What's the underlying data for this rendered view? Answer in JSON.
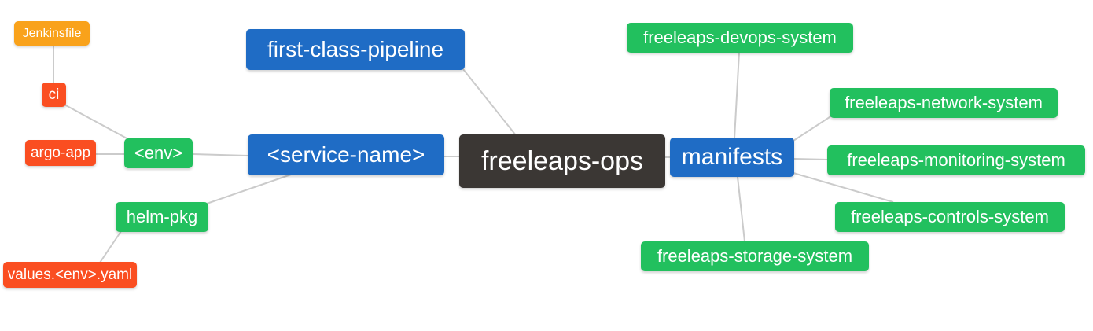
{
  "diagram": {
    "type": "mindmap",
    "root": "freeleaps-ops"
  },
  "colors": {
    "root_bg": "#3B3734",
    "branch_blue": "#1F6CC5",
    "node_green": "#22C05E",
    "leaf_red": "#FA4E21",
    "leaf_amber": "#F9A21B",
    "connector": "#CBCBCB",
    "text": "#FFFFFF",
    "background": "#FFFFFF"
  },
  "nodes": {
    "root": {
      "label": "freeleaps-ops",
      "color": "#3B3734"
    },
    "first_class_pipeline": {
      "label": "first-class-pipeline",
      "color": "#1F6CC5"
    },
    "service_name": {
      "label": "<service-name>",
      "color": "#1F6CC5"
    },
    "manifests": {
      "label": "manifests",
      "color": "#1F6CC5"
    },
    "env": {
      "label": "<env>",
      "color": "#22C05E"
    },
    "helm_pkg": {
      "label": "helm-pkg",
      "color": "#22C05E"
    },
    "ci": {
      "label": "ci",
      "color": "#FA4E21"
    },
    "argo_app": {
      "label": "argo-app",
      "color": "#FA4E21"
    },
    "jenkinsfile": {
      "label": "Jenkinsfile",
      "color": "#F9A21B"
    },
    "values_env_yaml": {
      "label": "values.<env>.yaml",
      "color": "#FA4E21"
    },
    "devops_system": {
      "label": "freeleaps-devops-system",
      "color": "#22C05E"
    },
    "network_system": {
      "label": "freeleaps-network-system",
      "color": "#22C05E"
    },
    "monitoring_system": {
      "label": "freeleaps-monitoring-system",
      "color": "#22C05E"
    },
    "controls_system": {
      "label": "freeleaps-controls-system",
      "color": "#22C05E"
    },
    "storage_system": {
      "label": "freeleaps-storage-system",
      "color": "#22C05E"
    }
  },
  "edges": [
    {
      "from": "freeleaps-ops",
      "to": "first-class-pipeline"
    },
    {
      "from": "freeleaps-ops",
      "to": "<service-name>"
    },
    {
      "from": "freeleaps-ops",
      "to": "manifests"
    },
    {
      "from": "<service-name>",
      "to": "<env>"
    },
    {
      "from": "<service-name>",
      "to": "helm-pkg"
    },
    {
      "from": "<env>",
      "to": "ci"
    },
    {
      "from": "<env>",
      "to": "argo-app"
    },
    {
      "from": "ci",
      "to": "Jenkinsfile"
    },
    {
      "from": "helm-pkg",
      "to": "values.<env>.yaml"
    },
    {
      "from": "manifests",
      "to": "freeleaps-devops-system"
    },
    {
      "from": "manifests",
      "to": "freeleaps-network-system"
    },
    {
      "from": "manifests",
      "to": "freeleaps-monitoring-system"
    },
    {
      "from": "manifests",
      "to": "freeleaps-controls-system"
    },
    {
      "from": "manifests",
      "to": "freeleaps-storage-system"
    }
  ]
}
